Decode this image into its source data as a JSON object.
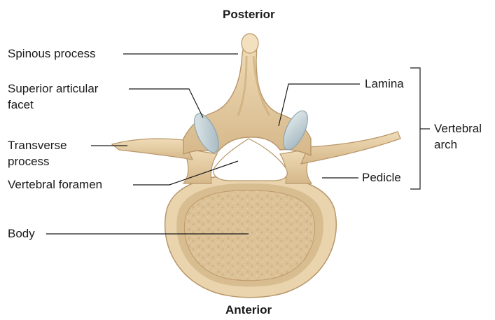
{
  "orientation": {
    "top": "Posterior",
    "bottom": "Anterior"
  },
  "labels": {
    "spinous_process": "Spinous process",
    "superior_articular_facet_line1": "Superior articular",
    "superior_articular_facet_line2": "facet",
    "transverse_process_line1": "Transverse",
    "transverse_process_line2": "process",
    "vertebral_foramen": "Vertebral foramen",
    "body": "Body",
    "lamina": "Lamina",
    "vertebral_arch_line1": "Vertebral",
    "vertebral_arch_line2": "arch",
    "pedicle": "Pedicle"
  },
  "colors": {
    "bone_outer": "#e8d0a8",
    "bone_cortex": "#d9b98a",
    "bone_shadow": "#b8976a",
    "cancellous": "#dcc296",
    "facet": "#c8d4d8",
    "text": "#1a1a1a",
    "leader": "#1a1a1a"
  }
}
